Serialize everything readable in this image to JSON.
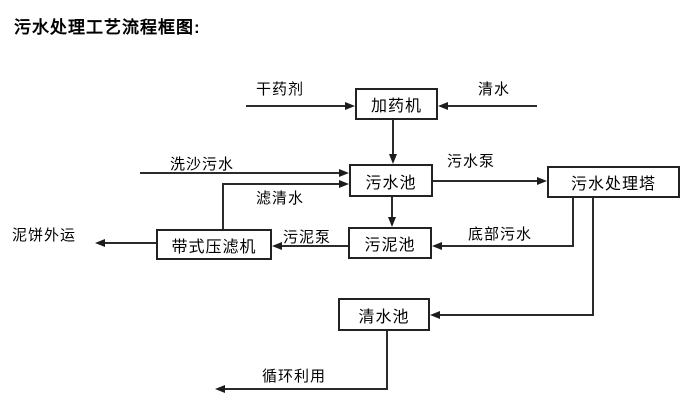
{
  "title": "污水处理工艺流程框图:",
  "nodes": {
    "dosing_machine": "加药机",
    "sewage_pool": "污水池",
    "treatment_tower": "污水处理塔",
    "belt_filter_press": "带式压滤机",
    "sludge_pool": "污泥池",
    "clean_water_pool": "清水池"
  },
  "edge_labels": {
    "dry_agent": "干药剂",
    "clean_water": "清水",
    "sand_washing_sewage": "洗沙污水",
    "filtered_water": "滤清水",
    "sewage_pump": "污水泵",
    "bottom_sewage": "底部污水",
    "sludge_pump": "污泥泵",
    "mud_cake_out": "泥饼外运",
    "recycle": "循环利用"
  },
  "colors": {
    "background": "#ffffff",
    "line": "#2b2b2b",
    "text": "#000000"
  }
}
